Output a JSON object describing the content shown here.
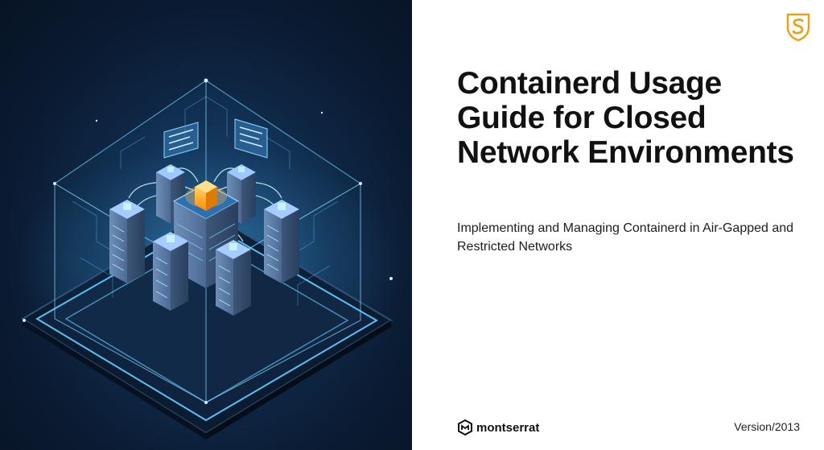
{
  "title": "Containerd Usage Guide for Closed Network Environments",
  "subtitle": "Implementing and Managing Containerd in Air-Gapped and Restricted Networks",
  "brand": {
    "name": "montserrat",
    "logo_icon": "hexagon-logo-icon"
  },
  "version": "Version/2013",
  "badge_icon": "shield-s-icon",
  "colors": {
    "accent": "#e8a317",
    "dark_bg": "#0a1a30",
    "glow": "#4cc3ff",
    "core": "#ffa51f"
  }
}
